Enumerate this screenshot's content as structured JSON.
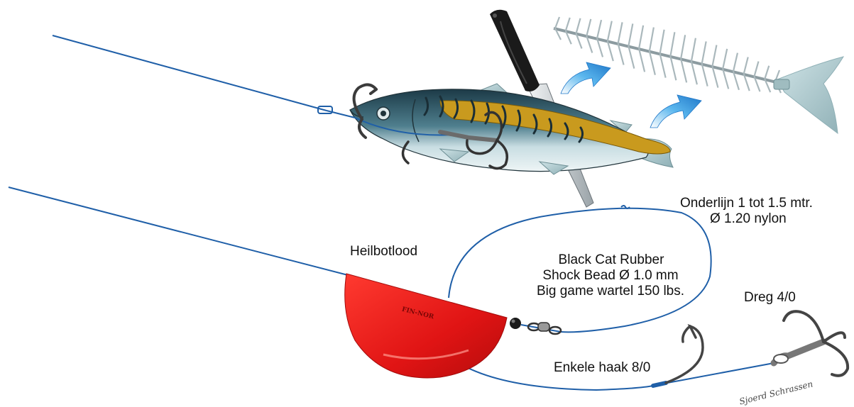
{
  "labels": {
    "onderlijn_line1": "Onderlijn 1 tot 1.5 mtr.",
    "onderlijn_line2": "Ø 1.20  nylon",
    "heilbotlood": "Heilbotlood",
    "rubber_line1": "Black Cat Rubber",
    "rubber_line2": "Shock Bead Ø 1.0 mm",
    "rubber_line3": "Big game wartel 150 lbs.",
    "dreg": "Dreg 4/0",
    "enkele_haak": "Enkele haak 8/0"
  },
  "brand": "FIN-NOR",
  "signature": "Sjoerd Schrassen",
  "colors": {
    "line": "#1f5fa8",
    "sinker": "#e01818",
    "arrow": "#3aa0e0",
    "fish_back": "#1e3e4a",
    "steel": "#9aa3a8"
  },
  "icons": [
    "knife-icon",
    "fish-icon",
    "fish-skeleton-icon",
    "treble-hook-icon",
    "single-hook-icon",
    "swivel-icon",
    "bead-icon",
    "sinker-icon",
    "arrow-icon"
  ]
}
